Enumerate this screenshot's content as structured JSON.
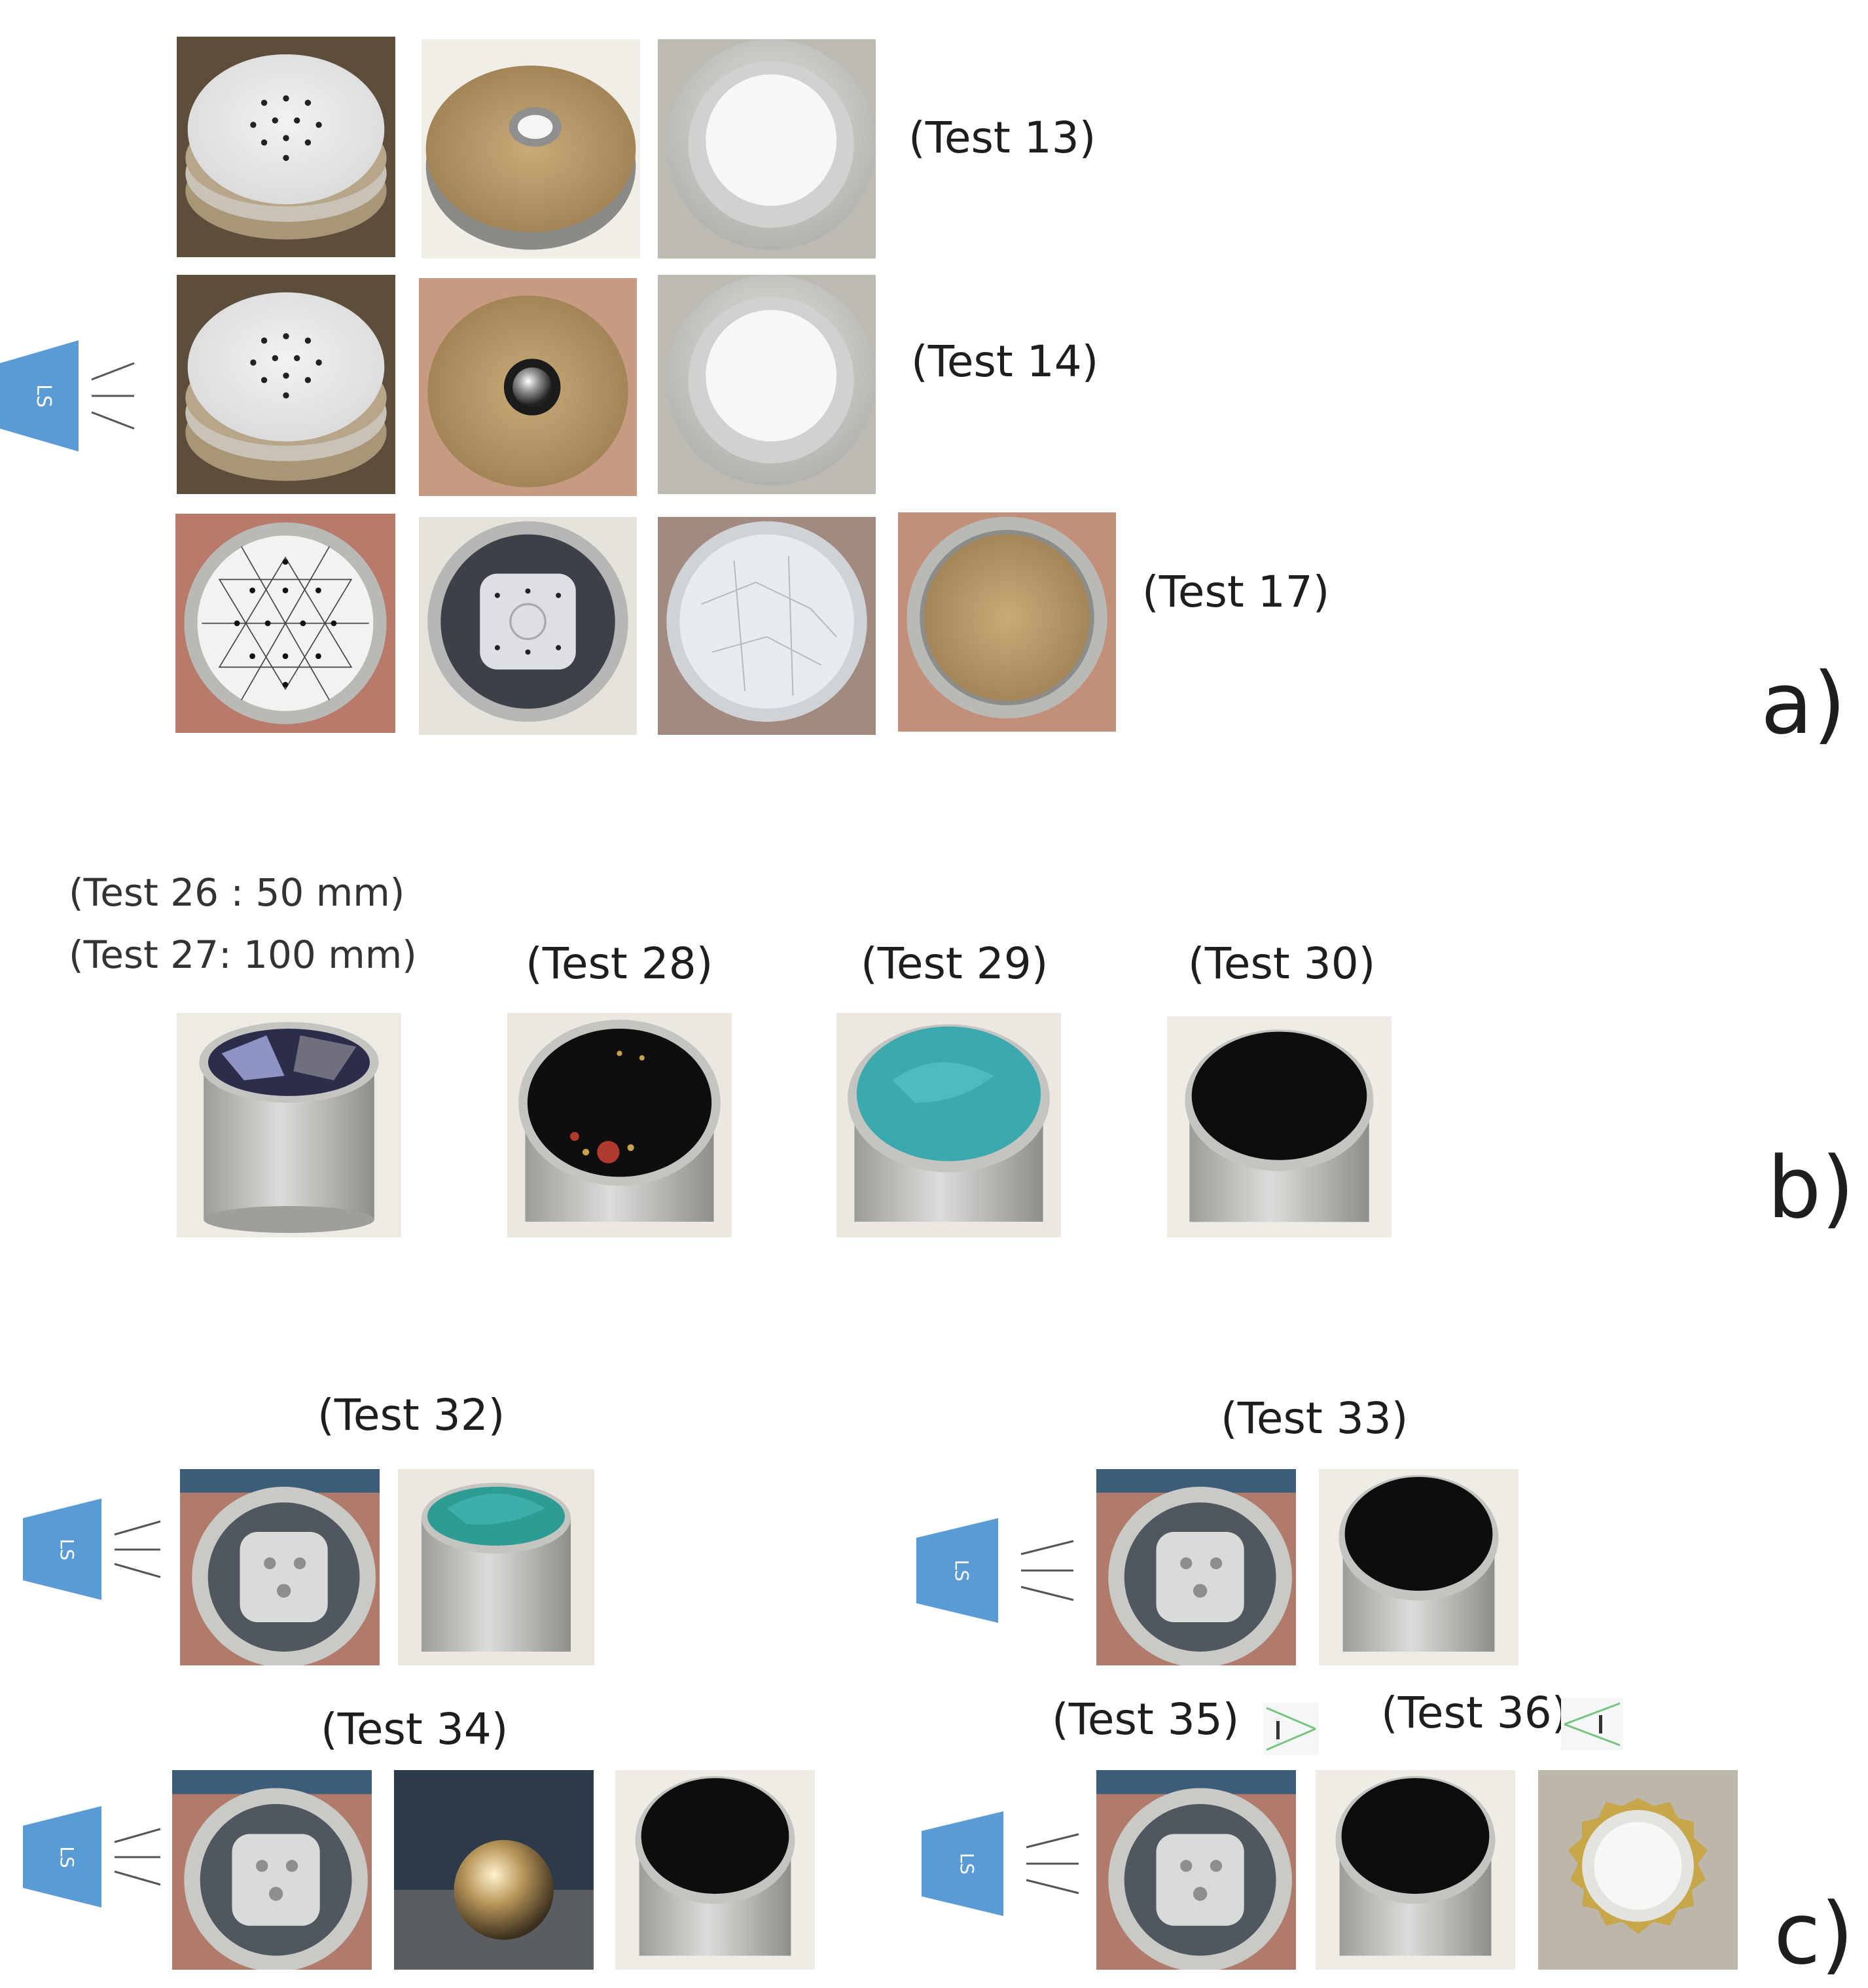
{
  "panels": {
    "a": "a)",
    "b": "b)",
    "c": "c)"
  },
  "section_a": {
    "rows": [
      {
        "label": "(Test 13)",
        "photos": [
          "perforated-disc-stack",
          "annular-ring-disc",
          "foil-lined-cup"
        ]
      },
      {
        "label": "(Test 14)",
        "photos": [
          "perforated-disc-stack",
          "ring-disc-with-steel-ball",
          "foil-lined-cup"
        ]
      },
      {
        "label": "(Test 17)",
        "photos": [
          "triangulated-disc-in-cup",
          "square-block-in-cup",
          "foil-crumpled-disc",
          "sand-filled-cup"
        ]
      }
    ],
    "ls_icon": "LS"
  },
  "section_b": {
    "label_line1": "(Test 26 : 50 mm)",
    "label_line2": "(Test 27: 100 mm)",
    "tests": [
      "(Test 28)",
      "(Test 29)",
      "(Test 30)"
    ]
  },
  "section_c": {
    "test32": "(Test 32)",
    "test33": "(Test 33)",
    "test34": "(Test 34)",
    "test35": "(Test 35)",
    "test36": "(Test 36)",
    "ls_icon": "LS"
  },
  "colors": {
    "ls_blue": "#5b9bd5",
    "aluminum": "#c8c8c4",
    "black_fabric": "#111111",
    "teal_fabric": "#3ba9ae",
    "sand": "#b99a6a"
  }
}
